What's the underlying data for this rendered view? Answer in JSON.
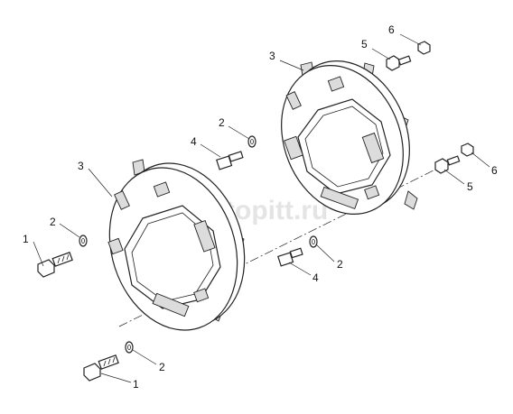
{
  "callouts": [
    {
      "id": "c6a",
      "text": "6"
    },
    {
      "id": "c5a",
      "text": "5"
    },
    {
      "id": "c3a",
      "text": "3"
    },
    {
      "id": "c2a",
      "text": "2"
    },
    {
      "id": "c4a",
      "text": "4"
    },
    {
      "id": "c3b",
      "text": "3"
    },
    {
      "id": "c6b",
      "text": "6"
    },
    {
      "id": "c5b",
      "text": "5"
    },
    {
      "id": "c2b",
      "text": "2"
    },
    {
      "id": "c1a",
      "text": "1"
    },
    {
      "id": "c2c",
      "text": "2"
    },
    {
      "id": "c4b",
      "text": "4"
    },
    {
      "id": "c2d",
      "text": "2"
    },
    {
      "id": "c1b",
      "text": "1"
    }
  ],
  "watermark": "autopitt.ru"
}
